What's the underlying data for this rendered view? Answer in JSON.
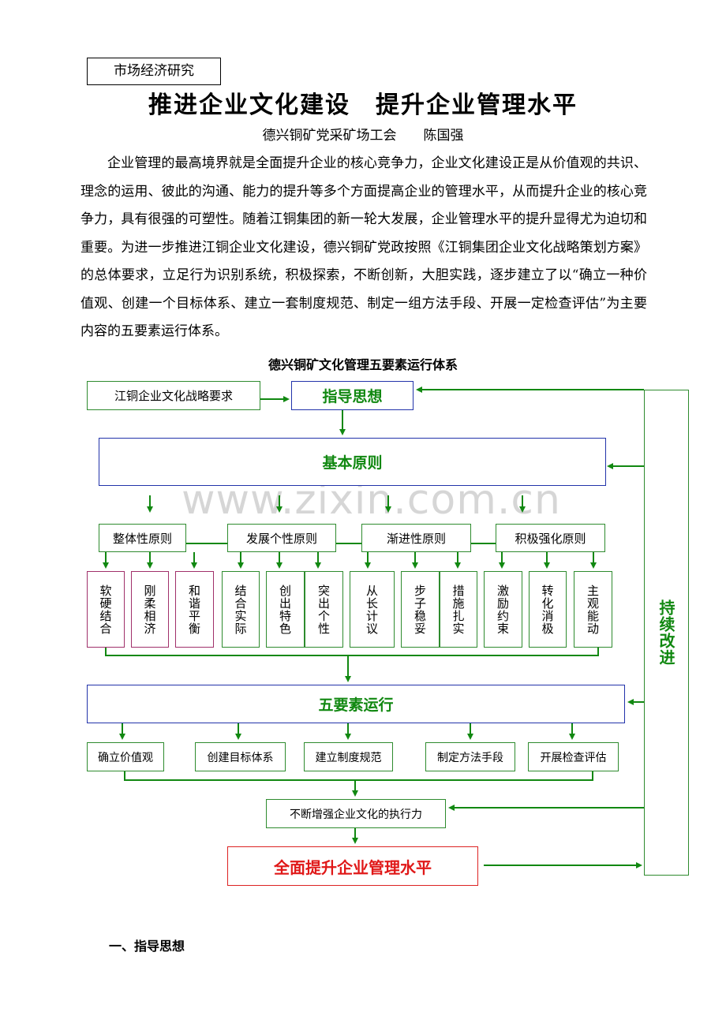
{
  "header_tag": "市场经济研究",
  "title": "推进企业文化建设　提升企业管理水平",
  "author": "德兴铜矿党采矿场工会　　陈国强",
  "intro": "企业管理的最高境界就是全面提升企业的核心竞争力，企业文化建设正是从价值观的共识、理念的运用、彼此的沟通、能力的提升等多个方面提高企业的管理水平，从而提升企业的核心竞争力，具有很强的可塑性。随着江铜集团的新一轮大发展，企业管理水平的提升显得尤为迫切和重要。为进一步推进江铜企业文化建设，德兴铜矿党政按照《江铜集团企业文化战略策划方案》的总体要求，立足行为识别系统，积极探索，不断创新，大胆实践，逐步建立了以“确立一种价值观、创建一个目标体系、建立一套制度规范、制定一组方法手段、开展一定检查评估”为主要内容的五要素运行体系。",
  "diagram": {
    "title": "德兴铜矿文化管理五要素运行体系",
    "strategy": "江铜企业文化战略要求",
    "guiding": "指导思想",
    "basic": "基本原则",
    "principles": [
      "整体性原则",
      "发展个性原则",
      "渐进性原则",
      "积极强化原则"
    ],
    "sub": [
      "软硬结合",
      "刚柔相济",
      "和谐平衡",
      "结合实际",
      "创出特色",
      "突出个性",
      "从长计议",
      "步子稳妥",
      "措施扎实",
      "激励约束",
      "转化消极",
      "主观能动"
    ],
    "five": "五要素运行",
    "elements": [
      "确立价值观",
      "创建目标体系",
      "建立制度规范",
      "制定方法手段",
      "开展检查评估"
    ],
    "execution": "不断增强企业文化的执行力",
    "final": "全面提升企业管理水平",
    "improve": "持续改进"
  },
  "watermark": "www.zixin.com.cn",
  "section1": "一、指导思想"
}
